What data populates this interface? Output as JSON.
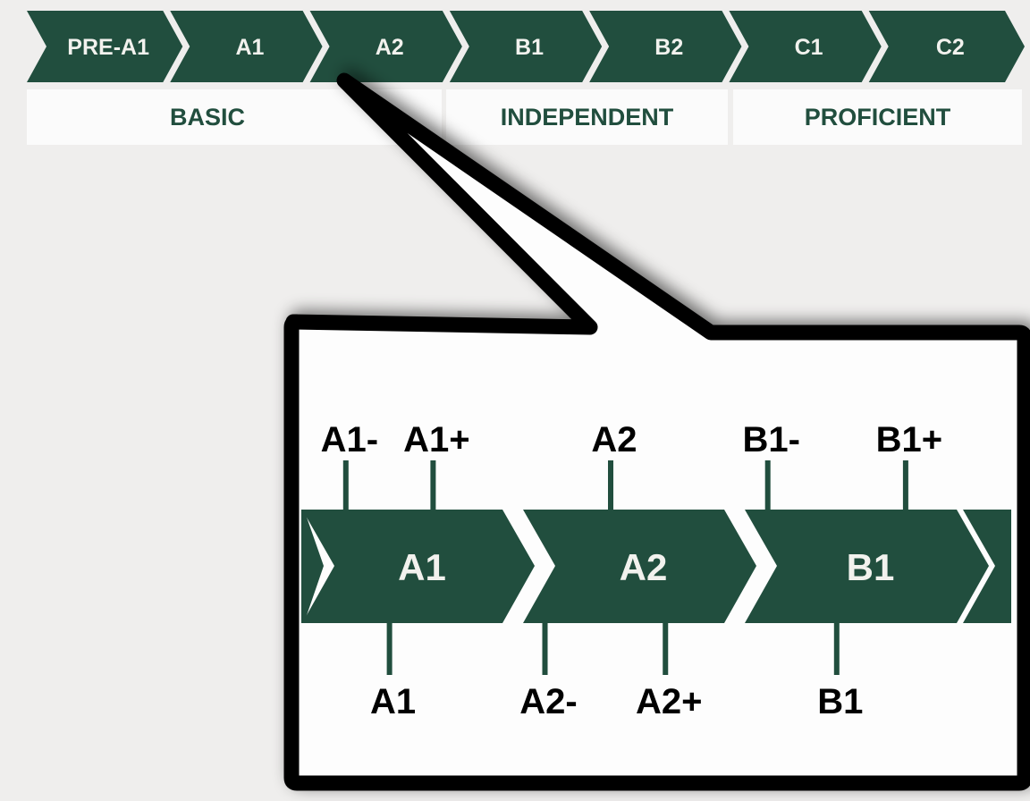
{
  "colors": {
    "green": "#214e3e",
    "background": "#efeeed",
    "band_fill": "#fbfbfb",
    "callout_border": "#000000",
    "level_text": "#f2f2ee"
  },
  "top_scale": {
    "levels": [
      "PRE-A1",
      "A1",
      "A2",
      "B1",
      "B2",
      "C1",
      "C2"
    ],
    "bands": [
      {
        "label": "BASIC",
        "spans": [
          "PRE-A1",
          "A1",
          "A2"
        ]
      },
      {
        "label": "INDEPENDENT",
        "spans": [
          "B1",
          "B2"
        ]
      },
      {
        "label": "PROFICIENT",
        "spans": [
          "C1",
          "C2"
        ]
      }
    ]
  },
  "callout": {
    "points_to": "A2",
    "zoomed_levels": [
      "A1",
      "A2",
      "B1"
    ],
    "top_markers": [
      {
        "label": "A1-",
        "level": "A1",
        "position": 0.2
      },
      {
        "label": "A1+",
        "level": "A1",
        "position": 0.6
      },
      {
        "label": "A2",
        "level": "A2",
        "position": 0.4
      },
      {
        "label": "B1-",
        "level": "B1",
        "position": 0.1
      },
      {
        "label": "B1+",
        "level": "B1",
        "position": 0.7
      }
    ],
    "bottom_markers": [
      {
        "label": "A1",
        "level": "A1",
        "position": 0.4
      },
      {
        "label": "A2-",
        "level": "A2",
        "position": 0.1
      },
      {
        "label": "A2+",
        "level": "A2",
        "position": 0.65
      },
      {
        "label": "B1",
        "level": "B1",
        "position": 0.4
      }
    ]
  }
}
